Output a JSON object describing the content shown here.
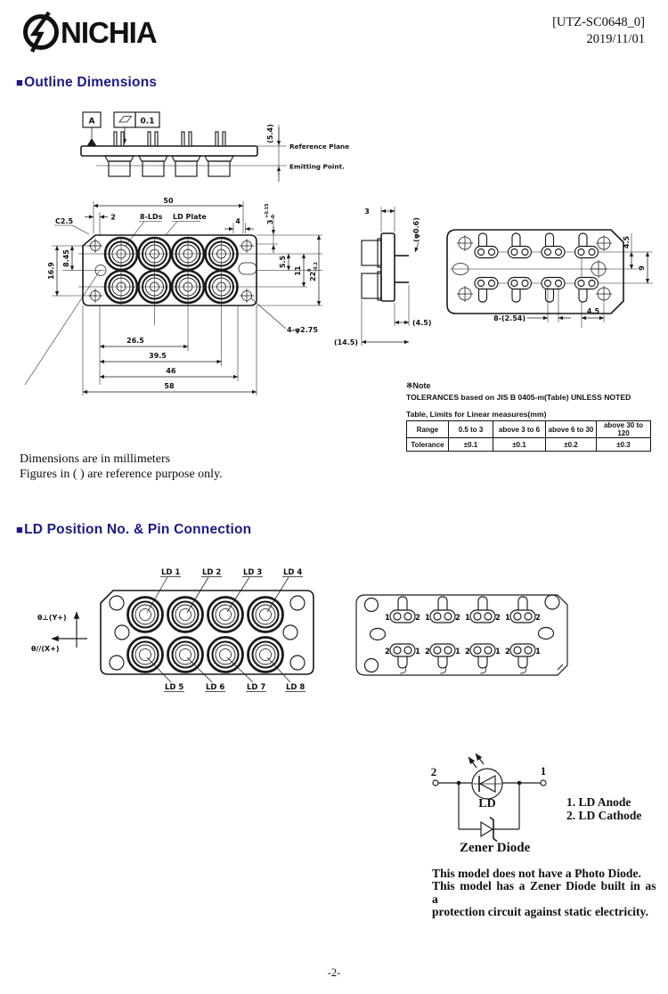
{
  "header": {
    "brand": "NICHIA",
    "doc_number": "[UTZ-SC0648_0]",
    "date": "2019/11/01"
  },
  "colors": {
    "section_heading": "#1a1a86",
    "ink": "#1a1a1a"
  },
  "section1": {
    "bullet": "■",
    "title": "Outline Dimensions"
  },
  "section2": {
    "bullet": "■",
    "title": "LD Position No. & Pin Connection"
  },
  "side_view": {
    "datum_label": "A",
    "flatness_value": "0.1",
    "dim_height": "(5.4)",
    "reference_plane_label": "Reference Plane",
    "emitting_point_label": "Emitting Point."
  },
  "front_view": {
    "label_lds": "8-LDs",
    "label_plate": "LD Plate",
    "label_chamfer": "C2.5",
    "label_holes": "4-φ2.75",
    "dim_50": "50",
    "dim_2": "2",
    "dim_4": "4",
    "dim_3": "3",
    "dim_3_upper": "+0.15",
    "dim_3_lower": "0",
    "dim_845": "8.45",
    "dim_169": "16.9",
    "dim_55": "5.5",
    "dim_11": "11",
    "dim_22": "22",
    "dim_22_upper": "0",
    "dim_22_lower": "-0.2",
    "dim_265": "26.5",
    "dim_395": "39.5",
    "dim_46": "46",
    "dim_58": "58"
  },
  "profile_view": {
    "dim_3": "3",
    "dim_pin_dia": "(φ0.6)",
    "dim_45": "(4.5)",
    "dim_145": "(14.5)"
  },
  "back_view": {
    "dim_45_top": "4.5",
    "dim_9": "9",
    "dim_pitch": "8-(2.54)",
    "dim_45_bottom": "4.5"
  },
  "note": {
    "title": "※Note",
    "body": "TOLERANCES based on JIS B 0405-m(Table) UNLESS NOTED",
    "table_caption": "Table, Limits for Linear measures(mm)",
    "col_headers": [
      "Range",
      "0.5 to 3",
      "above 3 to 6",
      "above 6 to 30",
      "above 30 to 120"
    ],
    "row_label": "Tolerance",
    "tolerances": [
      "±0.1",
      "±0.1",
      "±0.2",
      "±0.3"
    ]
  },
  "units_note": {
    "line1": "Dimensions are in millimeters",
    "line2": "Figures in ( ) are reference purpose only."
  },
  "ld_position": {
    "labels_top": [
      "LD 1",
      "LD 2",
      "LD 3",
      "LD 4"
    ],
    "labels_bottom": [
      "LD 5",
      "LD 6",
      "LD 7",
      "LD 8"
    ],
    "axis_y_label": "θ⊥(Y+)",
    "axis_x_label": "θ//(X+)"
  },
  "pin_connection": {
    "top_left_num": "1",
    "top_right_num": "2",
    "bottom_left_num": "2",
    "bottom_right_num": "1"
  },
  "circuit": {
    "terminal_left": "2",
    "terminal_right": "1",
    "ld_label": "LD",
    "zener_label": "Zener Diode",
    "legend": [
      "1. LD Anode",
      "2. LD Cathode"
    ],
    "desc_line1": "This model does not have a Photo Diode.",
    "desc_line2": "This model has a Zener Diode built in as a",
    "desc_line3": "protection circuit against static electricity."
  },
  "footer": {
    "page_number": "-2-"
  }
}
